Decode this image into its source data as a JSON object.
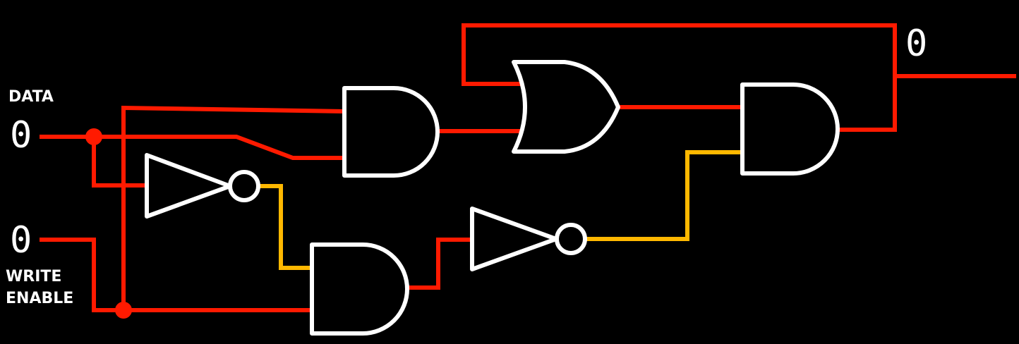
{
  "inputs": {
    "data": {
      "label": "DATA",
      "value": "0"
    },
    "write_enable": {
      "label": "WRITE\nENABLE",
      "value": "0"
    }
  },
  "output": {
    "value": "0"
  },
  "colors": {
    "background": "#000000",
    "gate_outline": "#ffffff",
    "wire_low": "#ff1a00",
    "wire_high": "#ffb800",
    "text": "#ffffff"
  }
}
